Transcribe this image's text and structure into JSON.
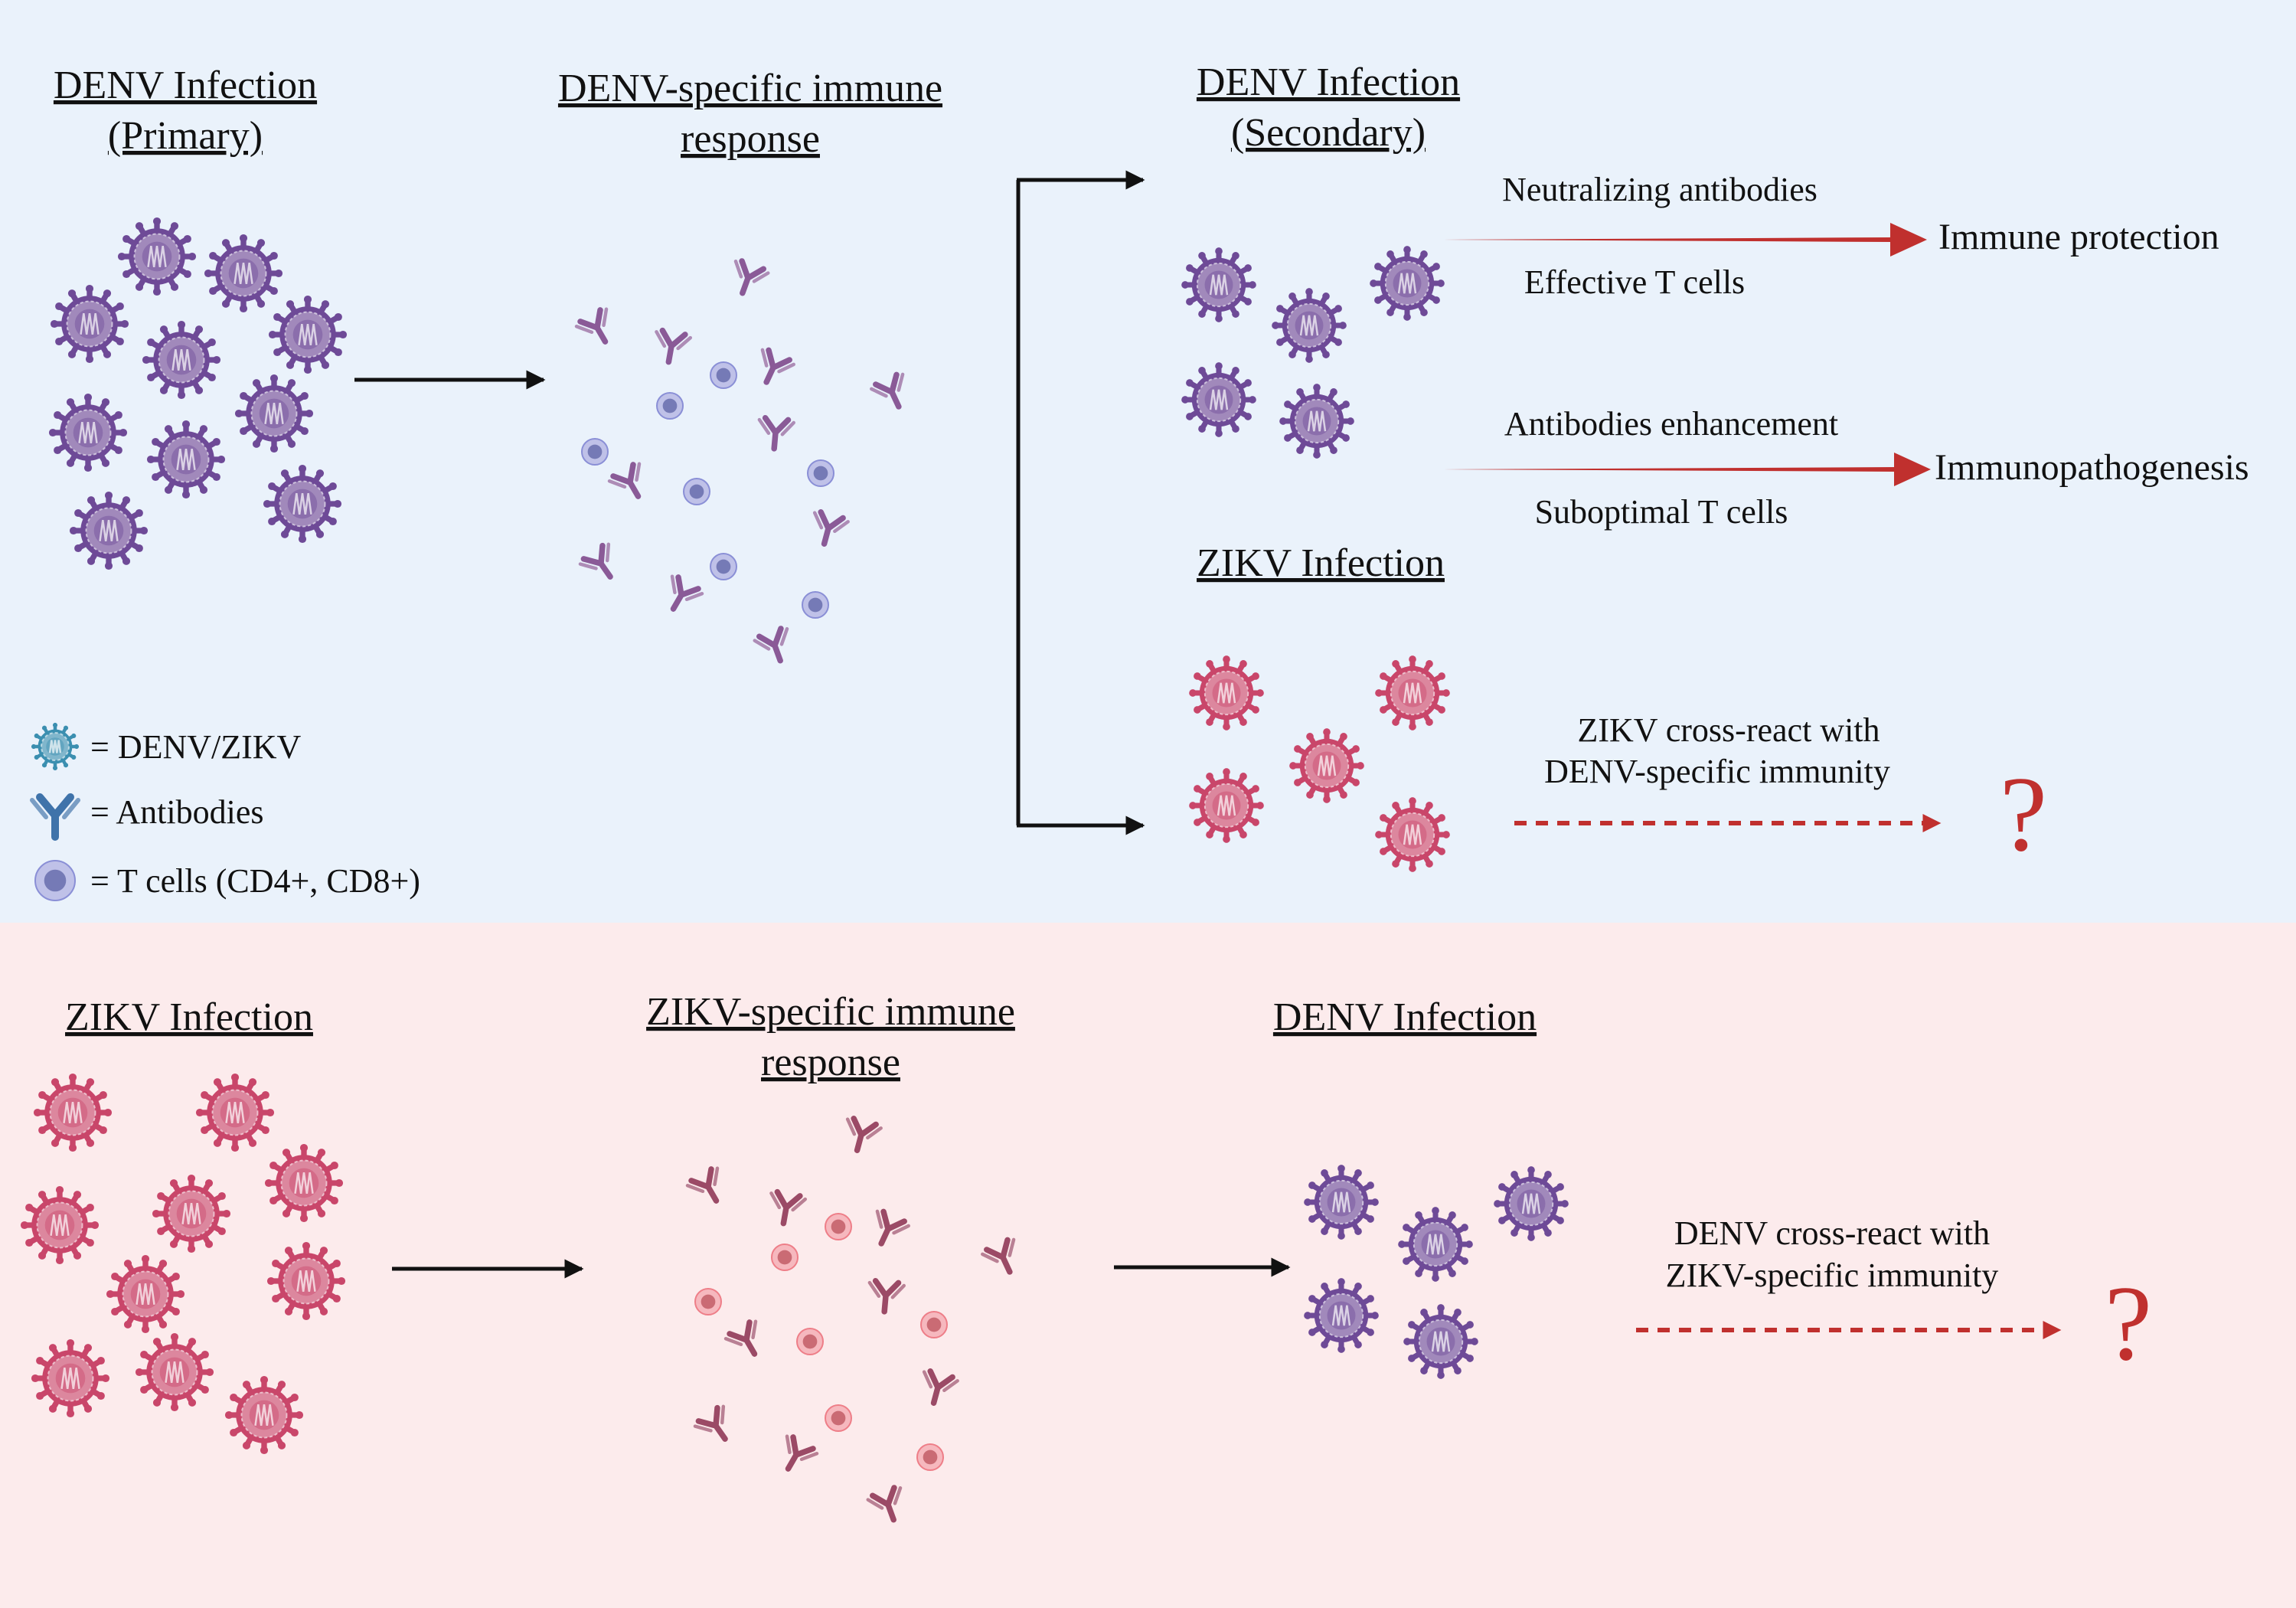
{
  "colors": {
    "top_panel_bg": "#eaf2fb",
    "bottom_panel_bg": "#fcebec",
    "denv_virus": "#6e4a97",
    "zikv_virus": "#c9466a",
    "antibody_purple": "#8a5a97",
    "antibody_pink": "#9b4a66",
    "antibody_legend": "#3f73aa",
    "t_cell_blue": "#a9b2e6",
    "t_cell_pink": "#f4a2a8",
    "black_arrow": "#111111",
    "red_arrow": "#c0302e",
    "question_mark": "#c0302e"
  },
  "top": {
    "primary_title_1": "DENV Infection",
    "primary_title_2": "(Primary)",
    "response_title_1": "DENV-specific immune",
    "response_title_2": "response",
    "secondary_title_1": "DENV Infection",
    "secondary_title_2": "(Secondary)",
    "outcome1_label_above": "Neutralizing antibodies",
    "outcome1_label_below": "Effective T cells",
    "outcome1_result": "Immune protection",
    "outcome2_label_above": "Antibodies enhancement",
    "outcome2_label_below": "Suboptimal T cells",
    "outcome2_result": "Immunopathogenesis",
    "zikv_title": "ZIKV Infection",
    "zikv_cross_line1": "ZIKV cross-react with",
    "zikv_cross_line2": "DENV-specific immunity",
    "question": "?"
  },
  "legend": {
    "virus_label": "= DENV/ZIKV",
    "virus_icon": "virus-icon",
    "antibody_label": "= Antibodies",
    "antibody_icon": "antibody-icon",
    "tcell_label": "= T cells (CD4+, CD8+)",
    "tcell_icon": "t-cell-icon"
  },
  "bottom": {
    "zikv_title": "ZIKV Infection",
    "response_title_1": "ZIKV-specific immune",
    "response_title_2": "response",
    "denv_title": "DENV Infection",
    "denv_cross_line1": "DENV cross-react with",
    "denv_cross_line2": "ZIKV-specific immunity",
    "question": "?"
  }
}
